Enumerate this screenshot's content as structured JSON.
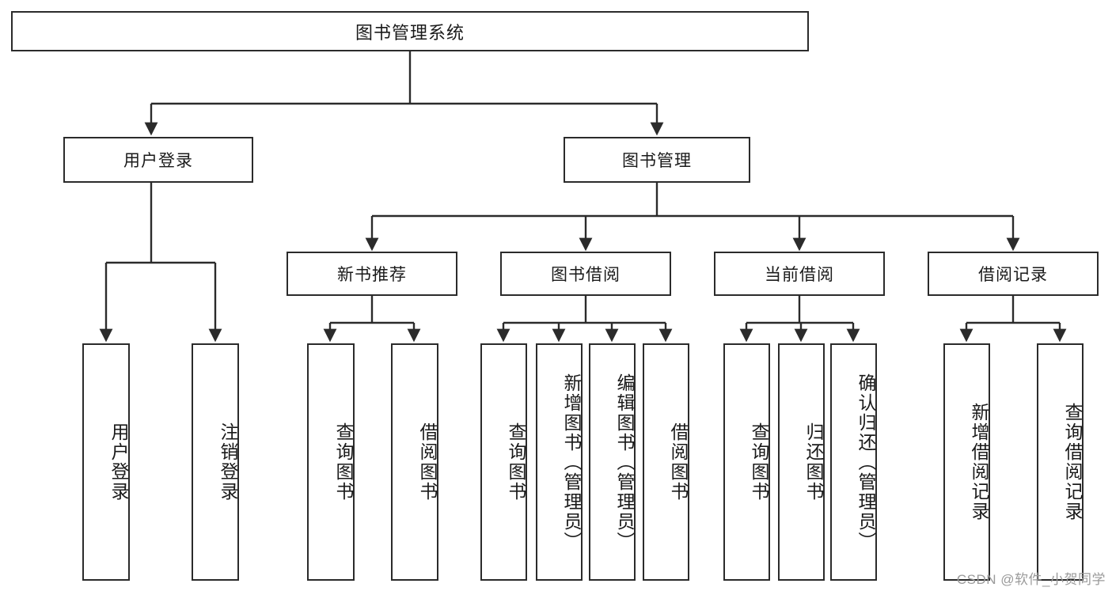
{
  "diagram": {
    "title": "图书管理系统",
    "type": "tree",
    "watermark": "CSDN @软件_小贺同学",
    "colors": {
      "box_border": "#2b2b2b",
      "box_fill": "#ffffff",
      "edge": "#2b2b2b",
      "text": "#1a1a1a",
      "watermark": "#9a9a9a"
    },
    "root": {
      "label": "图书管理系统"
    },
    "level2": [
      {
        "label": "用户登录"
      },
      {
        "label": "图书管理"
      }
    ],
    "level3": [
      {
        "label": "新书推荐"
      },
      {
        "label": "图书借阅"
      },
      {
        "label": "当前借阅"
      },
      {
        "label": "借阅记录"
      }
    ],
    "leaves": {
      "user_login": [
        {
          "label": "用户登录"
        },
        {
          "label": "注销登录"
        }
      ],
      "new_book_recommend": [
        {
          "label": "查询图书"
        },
        {
          "label": "借阅图书"
        }
      ],
      "book_borrow": [
        {
          "label": "查询图书"
        },
        {
          "label": "新增图书（管理员）"
        },
        {
          "label": "编辑图书（管理员）"
        },
        {
          "label": "借阅图书"
        }
      ],
      "current_borrow": [
        {
          "label": "查询图书"
        },
        {
          "label": "归还图书"
        },
        {
          "label": "确认归还（管理员）"
        }
      ],
      "borrow_record": [
        {
          "label": "新增借阅记录"
        },
        {
          "label": "查询借阅记录"
        }
      ]
    }
  }
}
